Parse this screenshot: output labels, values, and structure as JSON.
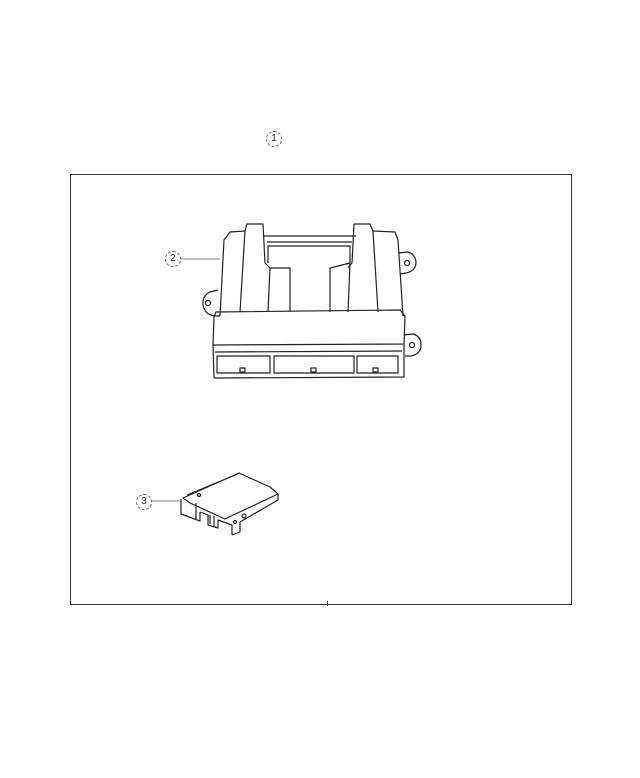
{
  "diagram": {
    "type": "exploded-parts-diagram",
    "assembly_callout": {
      "number": "1"
    },
    "parts": [
      {
        "callout": "2",
        "description": "module-housing-with-three-connectors"
      },
      {
        "callout": "3",
        "description": "small-circuit-module"
      }
    ],
    "connectors_on_part_2": 3,
    "colors": {
      "line": "#222222",
      "background": "#ffffff",
      "frame": "#333333"
    }
  }
}
